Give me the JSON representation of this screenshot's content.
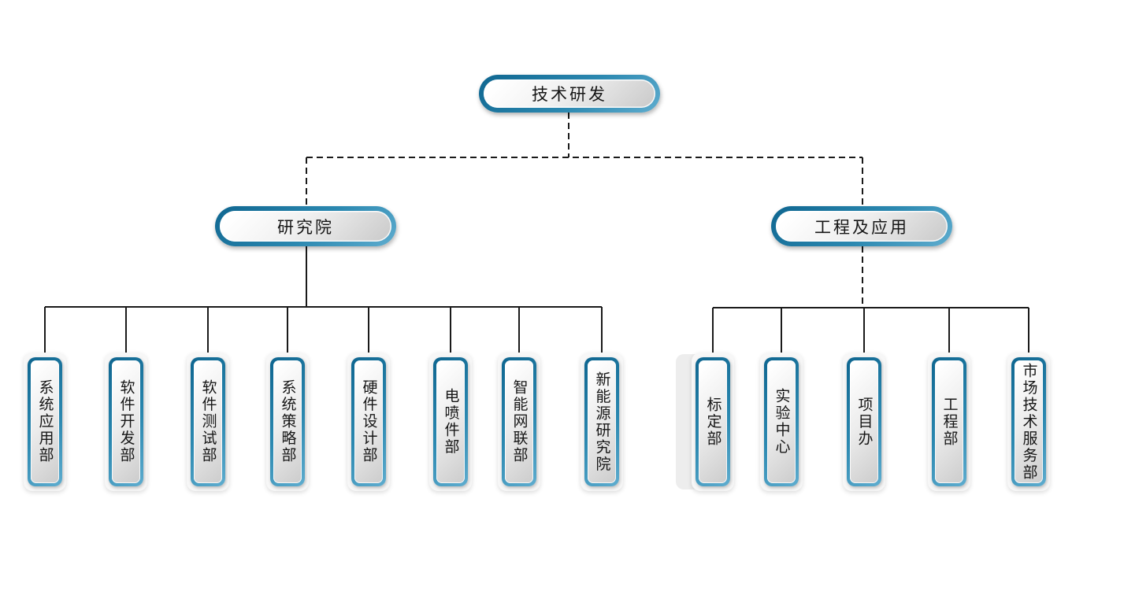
{
  "diagram": {
    "title": "technology R&D organization chart",
    "root": {
      "label": "技术研发"
    },
    "branches": [
      {
        "label": "研究院",
        "children": [
          "系统应用部",
          "软件开发部",
          "软件测试部",
          "系统策略部",
          "硬件设计部",
          "电喷件部",
          "智能网联部",
          "新能源研究院"
        ]
      },
      {
        "label": "工程及应用",
        "children": [
          "标定部",
          "实验中心",
          "项目办",
          "工程部",
          "市场技术服务部"
        ]
      }
    ],
    "colors": {
      "node_border_teal": "#1d7aa6",
      "node_fill_light": "#ffffff",
      "node_fill_dark": "#cccccc",
      "frame_white": "#f7f7f7",
      "connector_line": "#1a1a1a",
      "background": "#ffffff"
    },
    "connector_styles": {
      "level1_to_level2": "dashed",
      "level2_research_to_children": "solid",
      "level2_engineering_drop": "dashed",
      "bus_to_children": "solid"
    }
  }
}
